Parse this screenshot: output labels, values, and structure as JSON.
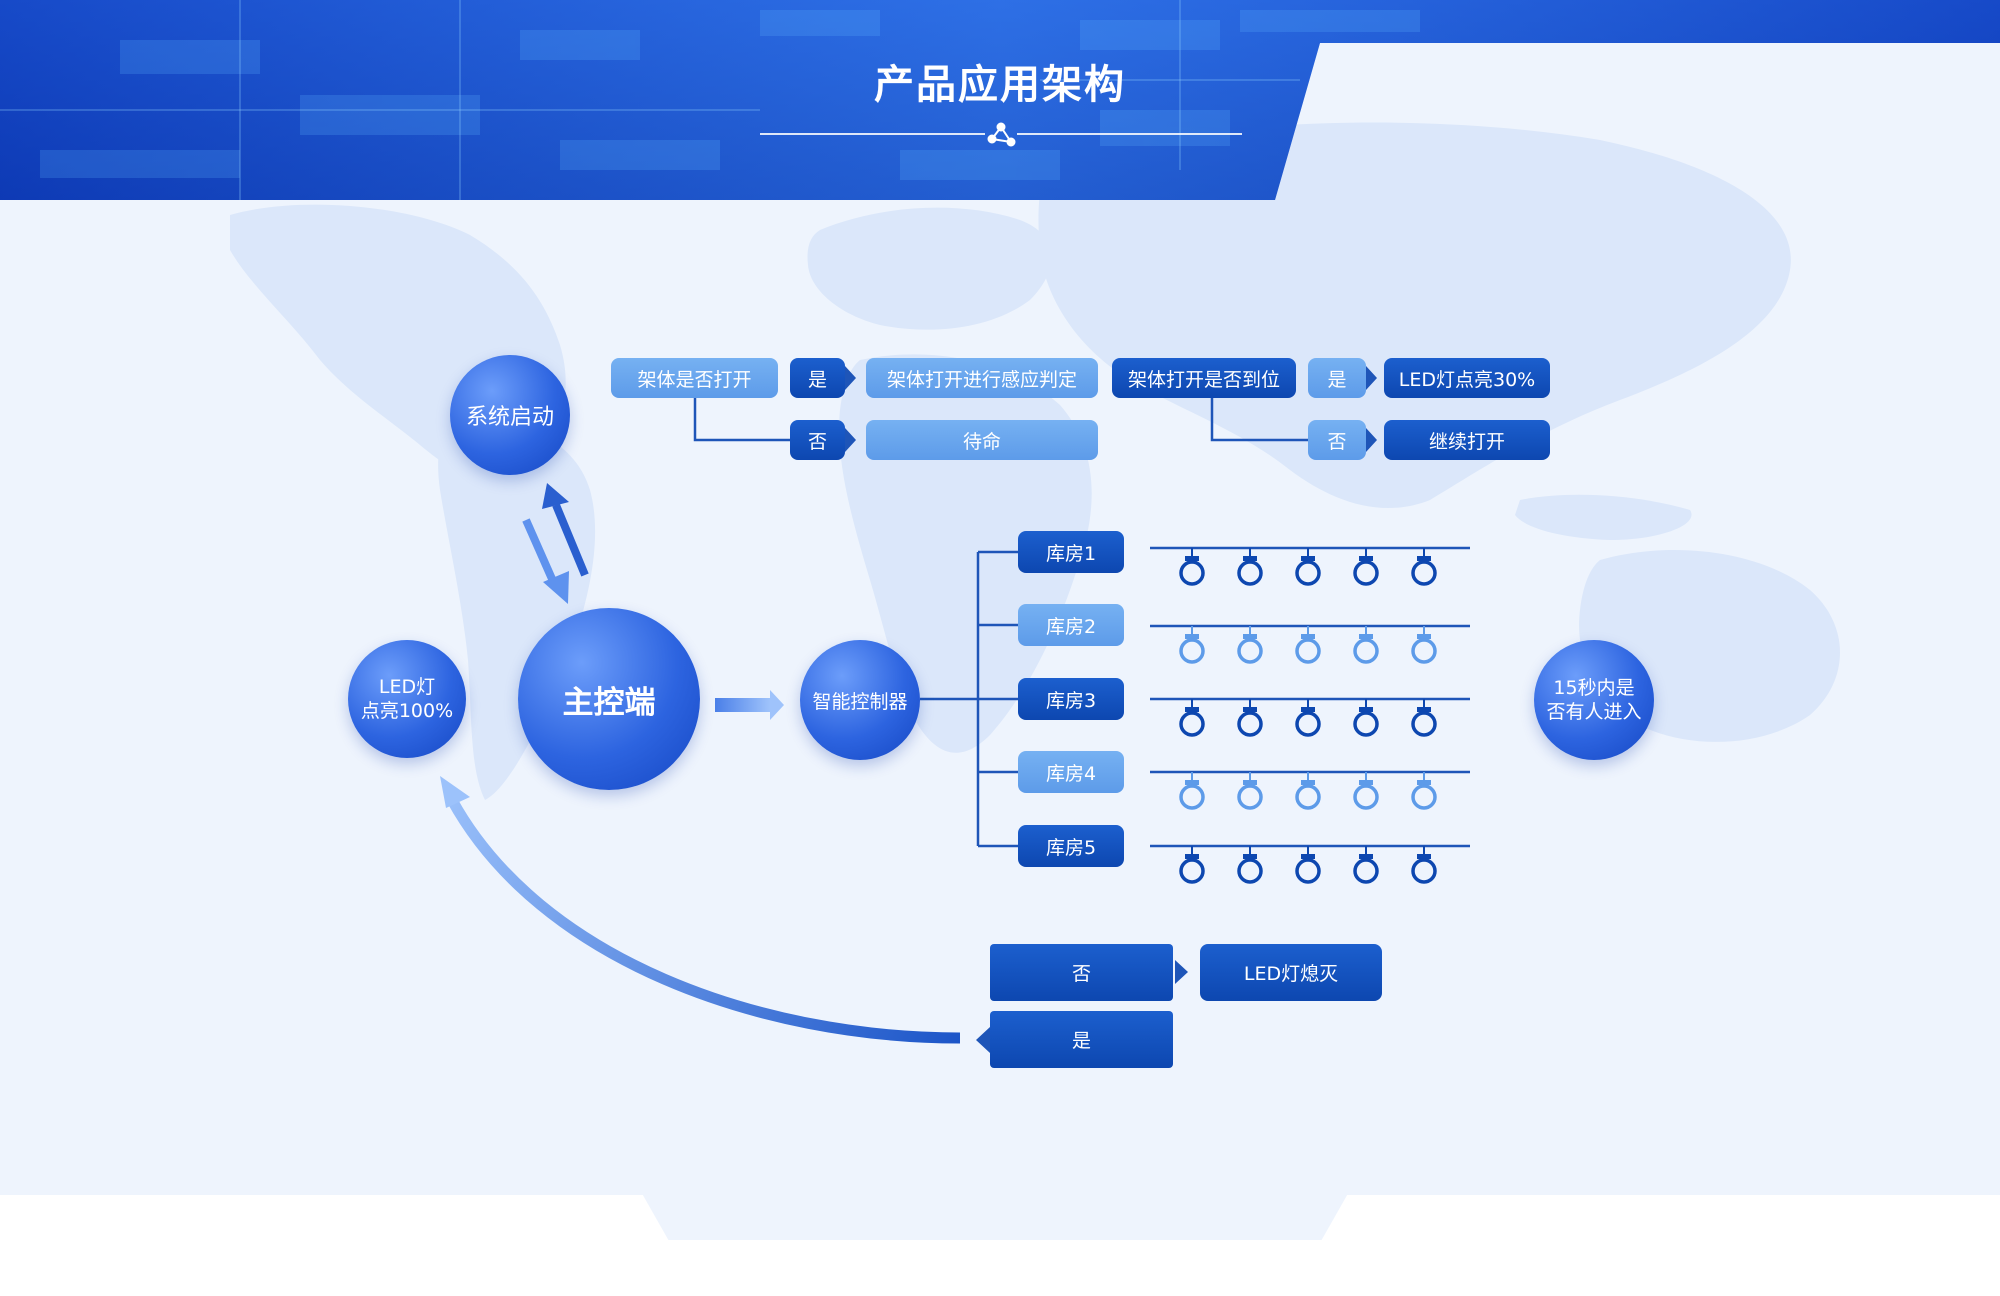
{
  "title": "产品应用架构",
  "nodes": {
    "system_start": "系统启动",
    "main_controller": "主控端",
    "smart_controller": "智能控制器",
    "led_full": [
      "LED灯",
      "点亮100%"
    ],
    "detect_15s": [
      "15秒内是",
      "否有人进入"
    ]
  },
  "flow_top": {
    "rack_open_question": "架体是否打开",
    "yes1": "是",
    "no1": "否",
    "sensing": "架体打开进行感应判定",
    "standby": "待命",
    "rack_in_place_question": "架体打开是否到位",
    "yes2": "是",
    "no2": "否",
    "led_30": "LED灯点亮30%",
    "keep_open": "继续打开"
  },
  "warehouses": [
    {
      "label": "库房1",
      "tone": "dark"
    },
    {
      "label": "库房2",
      "tone": "light"
    },
    {
      "label": "库房3",
      "tone": "dark"
    },
    {
      "label": "库房4",
      "tone": "light"
    },
    {
      "label": "库房5",
      "tone": "dark"
    }
  ],
  "lamps_per_row": 5,
  "flow_bottom": {
    "no": "否",
    "yes": "是",
    "led_off": "LED灯熄灭"
  },
  "colors": {
    "dark_blue": "#0d47b0",
    "light_blue": "#5d9be9",
    "background": "#eef4fd",
    "line": "#1e55b8"
  }
}
